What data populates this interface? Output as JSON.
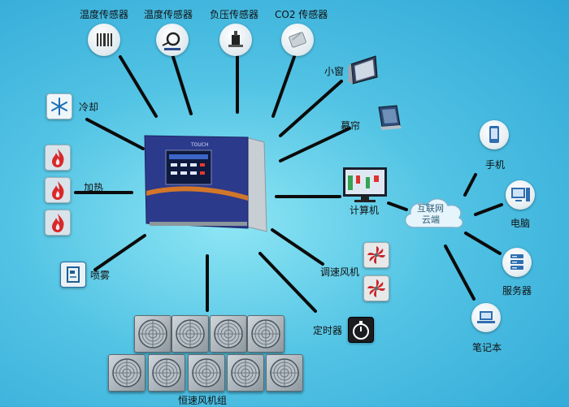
{
  "sensors": [
    {
      "label": "温度传感器",
      "icon": "temperature-sensor-icon"
    },
    {
      "label": "温度传感器",
      "icon": "temperature-probe-icon"
    },
    {
      "label": "负压传感器",
      "icon": "negative-pressure-sensor-icon"
    },
    {
      "label": "CO2 传感器",
      "icon": "co2-sensor-icon"
    }
  ],
  "left": {
    "cooling": "冷却",
    "heating": "加热",
    "spray": "喷雾"
  },
  "right": {
    "small_window": "小窗",
    "curtain": "幕帘",
    "computer": "计算机",
    "variable_fan": "调速风机",
    "timer": "定时器"
  },
  "cloud": {
    "line1": "互联网",
    "line2": "云端"
  },
  "devices": {
    "phone": "手机",
    "pc": "电脑",
    "server": "服务器",
    "laptop": "笔记本"
  },
  "constant_fans": "恒速风机组",
  "controller_brand": "TOUCH",
  "colors": {
    "line": "#0b0b0b",
    "panel": "#2c3a8c",
    "heat_flame": "#d9282a",
    "fan_blade": "#c9252b"
  }
}
